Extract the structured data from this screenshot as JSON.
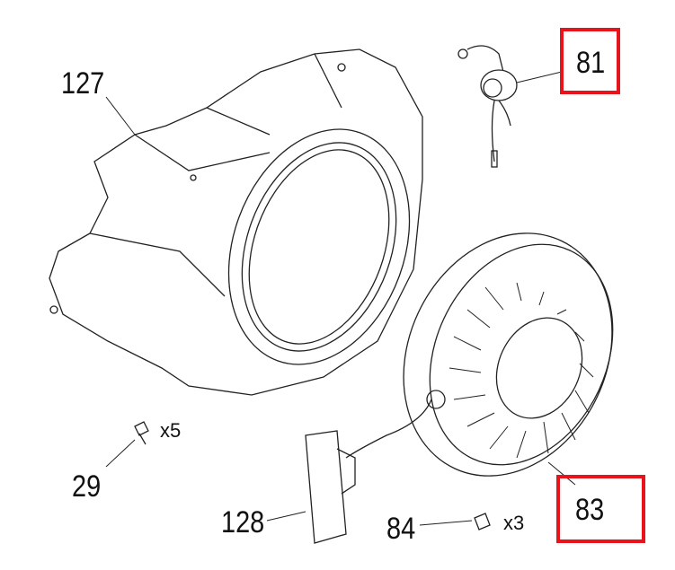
{
  "parts": [
    {
      "number": "127",
      "name": "fan-shroud"
    },
    {
      "number": "81",
      "name": "stop-switch",
      "highlighted": true
    },
    {
      "number": "29",
      "name": "bolt",
      "quantity": "x5"
    },
    {
      "number": "128",
      "name": "starter-handle"
    },
    {
      "number": "84",
      "name": "bolt",
      "quantity": "x3"
    },
    {
      "number": "83",
      "name": "recoil-starter",
      "highlighted": true
    }
  ],
  "highlight_color": "#e8141b"
}
